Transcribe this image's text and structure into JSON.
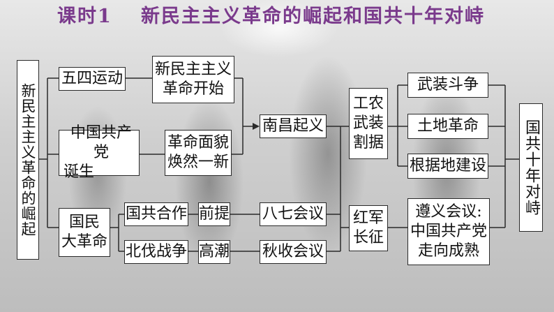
{
  "title": {
    "lesson": "课时1",
    "topic": "新民主主义革命的崛起和国共十年对峙"
  },
  "nodes": {
    "root": "新民主主义革命的崛起",
    "may4": "五四运动",
    "new_dem_start_1": "新民主主义",
    "new_dem_start_2": "革命开始",
    "cpc_birth_1": "中国共产党",
    "cpc_birth_2": "诞生",
    "new_look_1": "革命面貌",
    "new_look_2": "焕然一新",
    "national_rev_1": "国民",
    "national_rev_2": "大革命",
    "kmt_cpc_coop": "国共合作",
    "premise": "前提",
    "northern_exp": "北伐战争",
    "climax": "高潮",
    "nanchang": "南昌起义",
    "aug7": "八七会议",
    "autumn_harvest": "秋收会议",
    "worker_peasant_1": "工农",
    "worker_peasant_2": "武装",
    "worker_peasant_3": "割据",
    "long_march_1": "红军",
    "long_march_2": "长征",
    "armed_struggle": "武装斗争",
    "land_rev": "土地革命",
    "base_building": "根据地建设",
    "zunyi_1": "遵义会议:",
    "zunyi_2": "中国共产党",
    "zunyi_3": "走向成熟",
    "confrontation": "国共十年对峙"
  }
}
